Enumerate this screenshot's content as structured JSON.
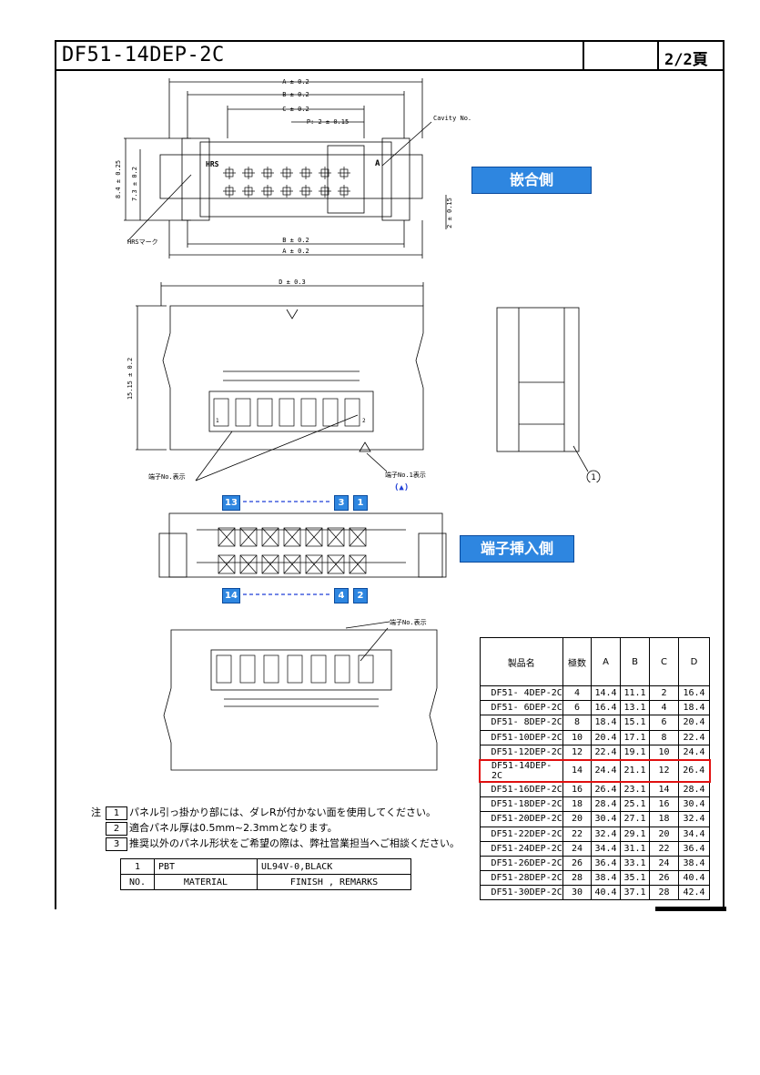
{
  "header": {
    "title": "DF51-14DEP-2C",
    "page": "2/2頁"
  },
  "labels": {
    "mating_side": "嵌合側",
    "insertion_side": "端子挿入側",
    "hrs_mark": "HRSマーク",
    "cavity_no": "Cavity No.",
    "hrs_logo": "HRS",
    "cavity_mark": "A",
    "terminal_no_display": "端子No.表示",
    "terminal_no1_display": "端子No.1表示",
    "triangle_note": "(▲)",
    "callout_1": "1",
    "pin_13": "13",
    "pin_3": "3",
    "pin_1": "1",
    "pin_14": "14",
    "pin_4": "4",
    "pin_2": "2",
    "dim_pin_a": "1",
    "dim_pin_b": "2"
  },
  "dimensions": {
    "a": "A ± 0.2",
    "b": "B ± 0.2",
    "c": "C ± 0.2",
    "p": "P: 2 ± 0.15",
    "h1": "8.4 ± 0.25",
    "h2": "7.3 ± 0.2",
    "v": "2 ± 0.15",
    "d": "D ± 0.3",
    "h3": "15.15 ± 0.2"
  },
  "table": {
    "headers": [
      "製品名",
      "極数",
      "A",
      "B",
      "C",
      "D"
    ],
    "rows": [
      [
        "DF51- 4DEP-2C",
        "4",
        "14.4",
        "11.1",
        "2",
        "16.4"
      ],
      [
        "DF51- 6DEP-2C",
        "6",
        "16.4",
        "13.1",
        "4",
        "18.4"
      ],
      [
        "DF51- 8DEP-2C",
        "8",
        "18.4",
        "15.1",
        "6",
        "20.4"
      ],
      [
        "DF51-10DEP-2C",
        "10",
        "20.4",
        "17.1",
        "8",
        "22.4"
      ],
      [
        "DF51-12DEP-2C",
        "12",
        "22.4",
        "19.1",
        "10",
        "24.4"
      ],
      [
        "DF51-14DEP-2C",
        "14",
        "24.4",
        "21.1",
        "12",
        "26.4"
      ],
      [
        "DF51-16DEP-2C",
        "16",
        "26.4",
        "23.1",
        "14",
        "28.4"
      ],
      [
        "DF51-18DEP-2C",
        "18",
        "28.4",
        "25.1",
        "16",
        "30.4"
      ],
      [
        "DF51-20DEP-2C",
        "20",
        "30.4",
        "27.1",
        "18",
        "32.4"
      ],
      [
        "DF51-22DEP-2C",
        "22",
        "32.4",
        "29.1",
        "20",
        "34.4"
      ],
      [
        "DF51-24DEP-2C",
        "24",
        "34.4",
        "31.1",
        "22",
        "36.4"
      ],
      [
        "DF51-26DEP-2C",
        "26",
        "36.4",
        "33.1",
        "24",
        "38.4"
      ],
      [
        "DF51-28DEP-2C",
        "28",
        "38.4",
        "35.1",
        "26",
        "40.4"
      ],
      [
        "DF51-30DEP-2C",
        "30",
        "40.4",
        "37.1",
        "28",
        "42.4"
      ]
    ],
    "highlight_color": "#e01010"
  },
  "notes": {
    "prefix": "注",
    "items": [
      {
        "mark": "1",
        "text": "パネル引っ掛かり部には、ダレRが付かない面を使用してください。"
      },
      {
        "mark": "2",
        "text": "適合パネル厚は0.5mm~2.3mmとなります。"
      },
      {
        "mark": "3",
        "text": "推奨以外のパネル形状をご希望の際は、弊社営業担当へご相談ください。"
      }
    ]
  },
  "material": {
    "row": [
      "1",
      "PBT",
      "UL94V-0,BLACK"
    ],
    "header": [
      "NO.",
      "MATERIAL",
      "FINISH , REMARKS"
    ]
  },
  "colors": {
    "label_blue": "#2e86e0",
    "arrow_blue": "#1f3fd6"
  }
}
